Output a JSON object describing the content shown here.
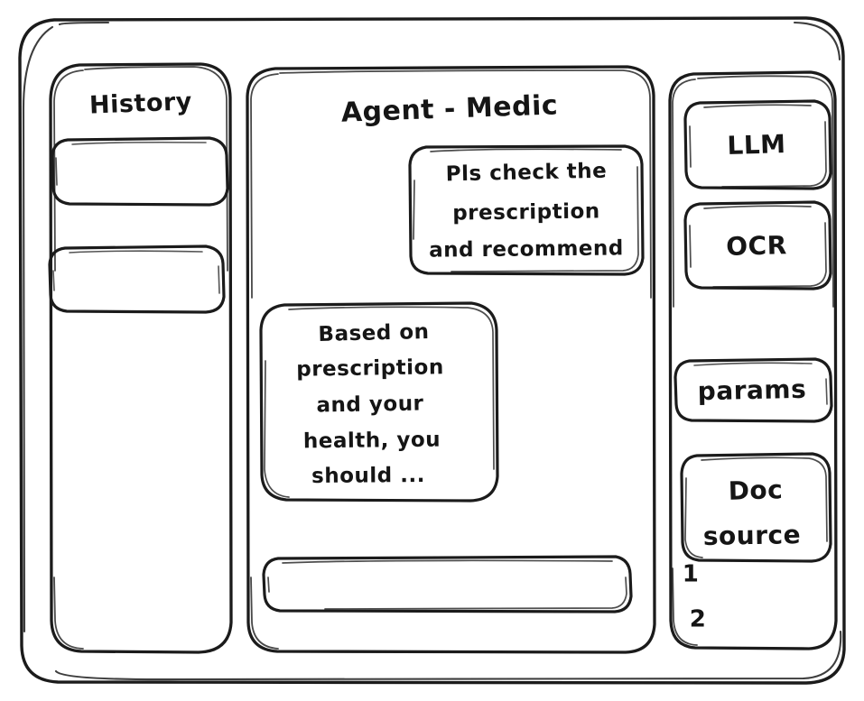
{
  "app": {
    "style": "hand-drawn-wireframe",
    "stroke_color": "#1b1b1b",
    "background_color": "#ffffff"
  },
  "sidebar": {
    "title": "History",
    "items": [
      {
        "label": "",
        "name": "history-item-1"
      },
      {
        "label": "",
        "name": "history-item-2"
      }
    ]
  },
  "main": {
    "title": "Agent - Medic",
    "messages": [
      {
        "role": "user",
        "lines": [
          "Pls check the",
          "prescription",
          "and recommend"
        ]
      },
      {
        "role": "agent",
        "lines": [
          "Based on",
          "prescription",
          "and your",
          "health, you",
          "should ..."
        ]
      }
    ],
    "composer": {
      "value": "",
      "placeholder": ""
    }
  },
  "tools": {
    "buttons": [
      {
        "label": "LLM",
        "name": "tool-button-llm"
      },
      {
        "label": "OCR",
        "name": "tool-button-ocr"
      },
      {
        "label": "params",
        "name": "tool-button-params"
      }
    ],
    "doc_source": {
      "lines": [
        "Doc",
        "source"
      ],
      "list": [
        "1",
        "2"
      ]
    }
  }
}
